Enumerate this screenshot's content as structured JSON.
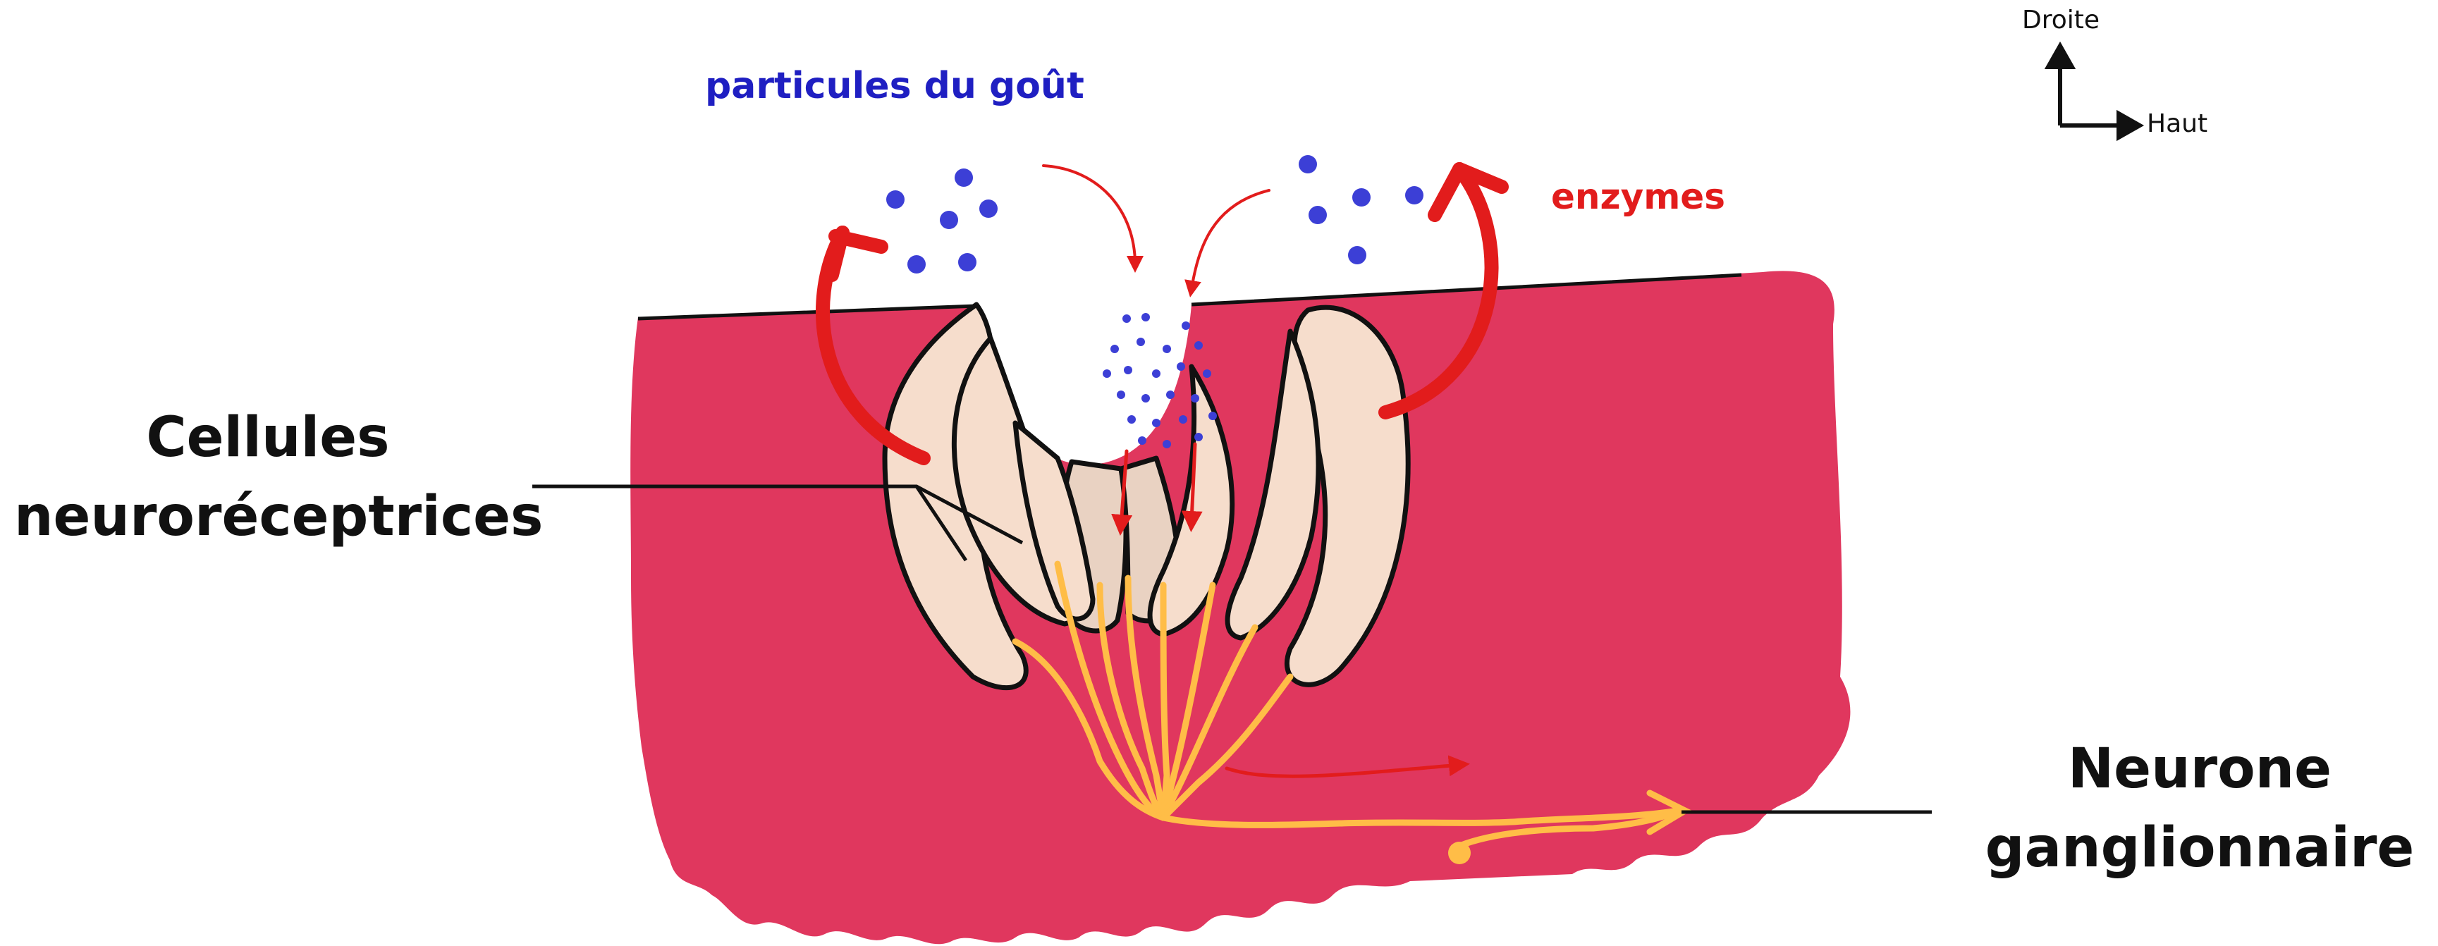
{
  "labels": {
    "taste_particles": "particules du goût",
    "enzymes": "enzymes",
    "receptor_cells_line1": "Cellules",
    "receptor_cells_line2": "neuroréceptrices",
    "ganglion_neuron_line1": "Neurone",
    "ganglion_neuron_line2": "ganglionnaire"
  },
  "orientation": {
    "up_label": "Droite",
    "right_label": "Haut"
  },
  "colors": {
    "tissue": "#e0375e",
    "cells": "#f6ddcc",
    "inner_cells": "#e9d2c2",
    "particles": "#3c3fd6",
    "particles_text": "#1f1fc2",
    "arrows": "#e21c1c",
    "nerve": "#ffbd47",
    "outline": "#111111"
  }
}
